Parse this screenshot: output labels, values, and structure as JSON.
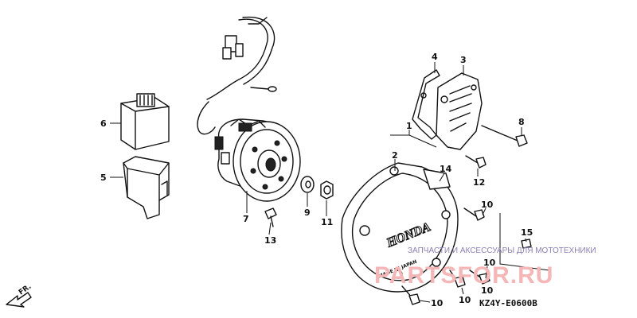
{
  "callouts": {
    "c1": "1",
    "c2": "2",
    "c3": "3",
    "c4": "4",
    "c5": "5",
    "c6": "6",
    "c7": "7",
    "c8": "8",
    "c9": "9",
    "c10a": "10",
    "c10b": "10",
    "c10c": "10",
    "c11": "11",
    "c12": "12",
    "c13": "13",
    "c14": "14",
    "c15": "15"
  },
  "cover_brand": "HONDA",
  "cover_text": "MADE IN JAPAN",
  "direction_label": "FR.",
  "diagram_code": "KZ4Y-E0600B",
  "watermark": {
    "tagline": "ЗАПЧАСТИ И АКСЕССУАРЫ ДЛЯ МОТОТЕХНИКИ",
    "site": "PARTSFOR.RU"
  },
  "colors": {
    "ink": "#111111",
    "watermark_text": "#8a7fb0",
    "watermark_site": "#f4b6b6"
  }
}
